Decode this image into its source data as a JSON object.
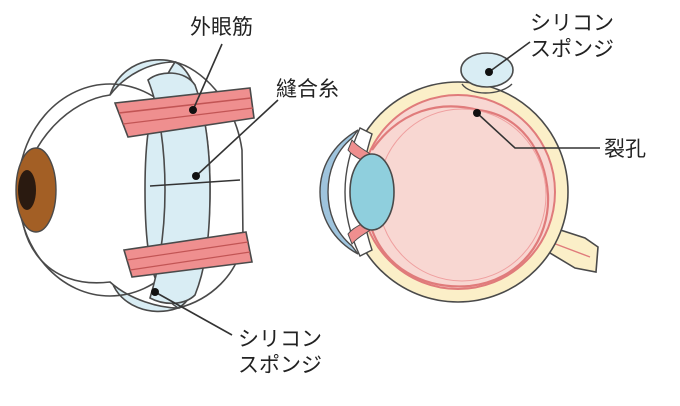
{
  "labels": {
    "muscle": "外眼筋",
    "suture": "縫合糸",
    "sponge_left_1": "シリコン",
    "sponge_left_2": "スポンジ",
    "sponge_right_1": "シリコン",
    "sponge_right_2": "スポンジ",
    "tear": "裂孔"
  },
  "colors": {
    "outline": "#4a4a4a",
    "sponge": "#d9edf4",
    "muscle": "#ef8f8f",
    "muscle_dark": "#c25555",
    "iris": "#a35f25",
    "pupil": "#2a1a10",
    "sclera": "#fbefc8",
    "retina_inner": "#f8d7d2",
    "retina_line": "#e07b7b",
    "lens": "#8fcfdd",
    "cornea": "#9fc4dd"
  }
}
